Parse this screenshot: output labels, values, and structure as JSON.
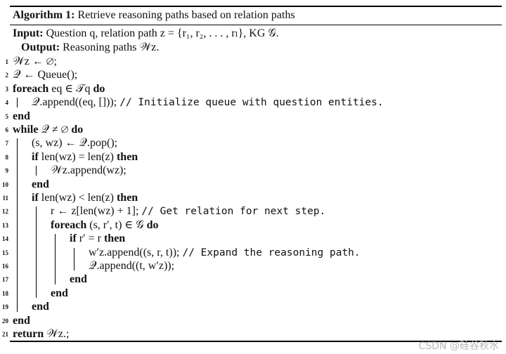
{
  "algorithm": {
    "label": "Algorithm 1:",
    "title": "Retrieve reasoning paths based on relation paths",
    "input_label": "Input:",
    "input_text": "Question q, relation path z = {r₁, r₂, . . . , rₗ}, KG 𝒢.",
    "output_label": "Output:",
    "output_text": "Reasoning paths 𝒲z."
  },
  "lines": [
    {
      "num": "1",
      "kw": "",
      "text": "𝒲z ← ∅;",
      "comment": ""
    },
    {
      "num": "2",
      "kw": "",
      "text": "𝒬 ← Queue();",
      "comment": ""
    },
    {
      "num": "3",
      "kw": "foreach",
      "text": " eq ∈ 𝒯q ",
      "kw2": "do",
      "comment": ""
    },
    {
      "num": "4",
      "kw": "",
      "text": "𝒬.append((eq, [])); ",
      "comment": "// Initialize queue with question entities."
    },
    {
      "num": "5",
      "kw": "end",
      "text": "",
      "comment": ""
    },
    {
      "num": "6",
      "kw": "while",
      "text": " 𝒬 ≠ ∅ ",
      "kw2": "do",
      "comment": ""
    },
    {
      "num": "7",
      "kw": "",
      "text": "(s, wz) ← 𝒬.pop();",
      "comment": ""
    },
    {
      "num": "8",
      "kw": "if",
      "text": " len(wz) = len(z) ",
      "kw2": "then",
      "comment": ""
    },
    {
      "num": "9",
      "kw": "",
      "text": "𝒲z.append(wz);",
      "comment": ""
    },
    {
      "num": "10",
      "kw": "end",
      "text": "",
      "comment": ""
    },
    {
      "num": "11",
      "kw": "if",
      "text": " len(wz) < len(z) ",
      "kw2": "then",
      "comment": ""
    },
    {
      "num": "12",
      "kw": "",
      "text": "r ← z[len(wz) + 1]; ",
      "comment": "// Get relation for next step."
    },
    {
      "num": "13",
      "kw": "foreach",
      "text": " (s, r′, t) ∈ 𝒢 ",
      "kw2": "do",
      "comment": ""
    },
    {
      "num": "14",
      "kw": "if",
      "text": " r′ = r ",
      "kw2": "then",
      "comment": ""
    },
    {
      "num": "15",
      "kw": "",
      "text": "w′z.append((s, r, t)); ",
      "comment": "// Expand the reasoning path."
    },
    {
      "num": "16",
      "kw": "",
      "text": "𝒬.append((t, w′z));",
      "comment": ""
    },
    {
      "num": "17",
      "kw": "end",
      "text": "",
      "comment": ""
    },
    {
      "num": "18",
      "kw": "end",
      "text": "",
      "comment": ""
    },
    {
      "num": "19",
      "kw": "end",
      "text": "",
      "comment": ""
    },
    {
      "num": "20",
      "kw": "end",
      "text": "",
      "comment": ""
    },
    {
      "num": "21",
      "kw": "return",
      "text": " 𝒲z.;",
      "comment": ""
    }
  ],
  "watermark": "CSDN @硅谷秋水"
}
